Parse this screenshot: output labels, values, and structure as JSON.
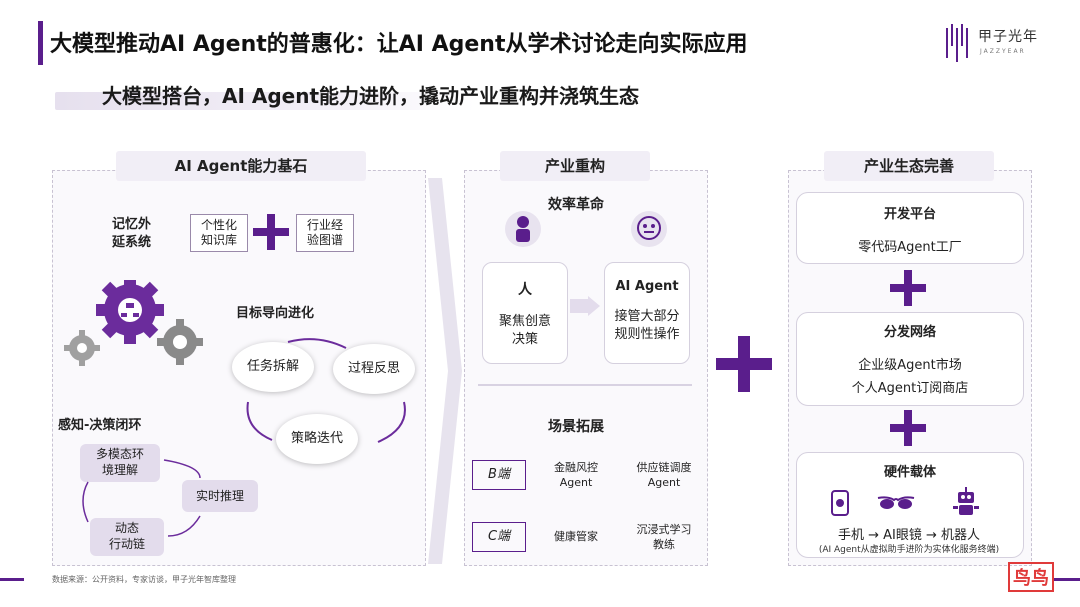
{
  "title": "大模型推动AI Agent的普惠化：让AI Agent从学术讨论走向实际应用",
  "logo": {
    "text": "甲子光年",
    "sub": "JAZZYEAR"
  },
  "subtitle": "大模型搭台，AI Agent能力进阶，撬动产业重构并浇筑生态",
  "left": {
    "header": "AI Agent能力基石",
    "memory": {
      "label_line1": "记忆外",
      "label_line2": "延系统",
      "box1": "个性化\n知识库",
      "box2": "行业经\n验图谱"
    },
    "goal": {
      "label": "目标导向进化",
      "b1": "任务拆解",
      "b2": "过程反思",
      "b3": "策略迭代"
    },
    "loop": {
      "label": "感知-决策闭环",
      "p1": "多模态环\n境理解",
      "p2": "实时推理",
      "p3": "动态\n行动链"
    }
  },
  "middle": {
    "header": "产业重构",
    "efficiency": "效率革命",
    "human": {
      "title": "人",
      "desc": "聚焦创意\n决策"
    },
    "agent": {
      "title": "AI Agent",
      "desc": "接管大部分\n规则性操作"
    },
    "scenario": "场景拓展",
    "b_tag": "B端",
    "c_tag": "C端",
    "b1": "金融风控\nAgent",
    "b2": "供应链调度\nAgent",
    "c1": "健康管家",
    "c2": "沉浸式学习\n教练"
  },
  "right": {
    "header": "产业生态完善",
    "dev": {
      "title": "开发平台",
      "desc": "零代码Agent工厂"
    },
    "dist": {
      "title": "分发网络",
      "desc1": "企业级Agent市场",
      "desc2": "个人Agent订阅商店"
    },
    "hw": {
      "title": "硬件载体",
      "chain": "手机 → AI眼镜 → 机器人",
      "note": "(AI Agent从虚拟助手进阶为实体化服务终端)"
    }
  },
  "footer": "数据来源：公开资料，专家访谈，甲子光年智库整理",
  "watermark": "鸟鸟",
  "colors": {
    "accent": "#5a1e8c",
    "panel_border": "#c8c2d2",
    "pill": "#e3dcec"
  },
  "icons": [
    "logo-bars-icon",
    "gear-icon",
    "plus-icon",
    "person-icon",
    "ai-head-icon",
    "arrow-right-icon",
    "phone-icon",
    "glasses-icon",
    "robot-icon"
  ]
}
